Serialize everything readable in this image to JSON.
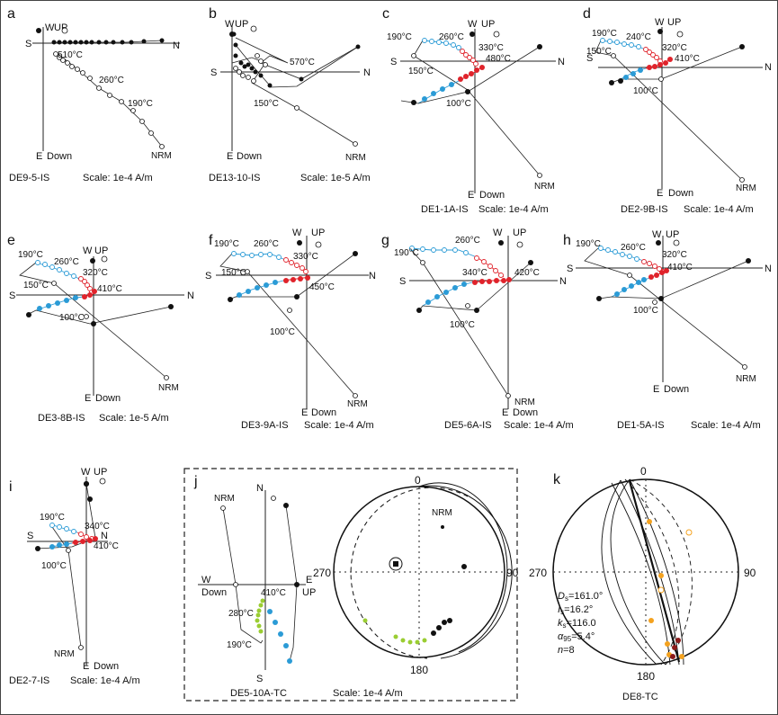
{
  "panels": [
    {
      "id": "a",
      "letter": "a",
      "up": "UP",
      "w": "W",
      "s": "S",
      "n": "N",
      "e": "E",
      "down": "Down",
      "name": "DE9-5-IS",
      "scale": "Scale: 1e-4 A/m",
      "temps": [
        "510°C",
        "260°C",
        "190°C"
      ],
      "nrm": "NRM"
    },
    {
      "id": "b",
      "letter": "b",
      "up": "UP",
      "w": "W",
      "s": "S",
      "n": "N",
      "e": "E",
      "down": "Down",
      "name": "DE13-10-IS",
      "scale": "Scale: 1e-5 A/m",
      "temps": [
        "570°C",
        "150°C"
      ],
      "nrm": "NRM"
    },
    {
      "id": "c",
      "letter": "c",
      "up": "UP",
      "w": "W",
      "s": "S",
      "n": "N",
      "e": "E",
      "down": "Down",
      "name": "DE1-1A-IS",
      "scale": "Scale: 1e-4 A/m",
      "temps": [
        "190°C",
        "260°C",
        "330°C",
        "480°C",
        "150°C",
        "100°C"
      ],
      "nrm": "NRM"
    },
    {
      "id": "d",
      "letter": "d",
      "up": "UP",
      "w": "W",
      "s": "S",
      "n": "N",
      "e": "E",
      "down": "Down",
      "name": "DE2-9B-IS",
      "scale": "Scale: 1e-4 A/m",
      "temps": [
        "190°C",
        "240°C",
        "320°C",
        "150°C",
        "410°C",
        "100°C"
      ],
      "nrm": "NRM"
    },
    {
      "id": "e",
      "letter": "e",
      "up": "UP",
      "w": "W",
      "s": "S",
      "n": "N",
      "e": "E",
      "down": "Down",
      "name": "DE3-8B-IS",
      "scale": "Scale: 1e-5 A/m",
      "temps": [
        "190°C",
        "260°C",
        "320°C",
        "150°C",
        "410°C",
        "100°C"
      ],
      "nrm": "NRM"
    },
    {
      "id": "f",
      "letter": "f",
      "up": "UP",
      "w": "W",
      "s": "S",
      "n": "N",
      "e": "E",
      "down": "Down",
      "name": "DE3-9A-IS",
      "scale": "Scale: 1e-4 A/m",
      "temps": [
        "190°C",
        "260°C",
        "330°C",
        "150°C",
        "450°C",
        "100°C"
      ],
      "nrm": "NRM"
    },
    {
      "id": "g",
      "letter": "g",
      "up": "UP",
      "w": "W",
      "s": "S",
      "n": "N",
      "e": "E",
      "down": "Down",
      "name": "DE5-6A-IS",
      "scale": "Scale: 1e-4 A/m",
      "temps": [
        "260°C",
        "190°C",
        "340°C",
        "420°C",
        "100°C"
      ],
      "nrm": "NRM"
    },
    {
      "id": "h",
      "letter": "h",
      "up": "UP",
      "w": "W",
      "s": "S",
      "n": "N",
      "e": "E",
      "down": "Down",
      "name": "DE1-5A-IS",
      "scale": "Scale: 1e-4 A/m",
      "temps": [
        "190°C",
        "260°C",
        "320°C",
        "410°C",
        "100°C"
      ],
      "nrm": "NRM"
    },
    {
      "id": "i",
      "letter": "i",
      "up": "UP",
      "w": "W",
      "s": "S",
      "n": "N",
      "e": "E",
      "down": "Down",
      "name": "DE2-7-IS",
      "scale": "Scale: 1e-4 A/m",
      "temps": [
        "190°C",
        "340°C",
        "410°C",
        "100°C"
      ],
      "nrm": "NRM"
    }
  ],
  "panel_j": {
    "letter": "j",
    "n": "N",
    "s": "S",
    "w": "W",
    "e": "E",
    "down": "Down",
    "up": "UP",
    "temps": [
      "410°C",
      "280°C",
      "190°C"
    ],
    "nrm": "NRM",
    "name": "DE5-10A-TC",
    "scale": "Scale: 1e-4 A/m",
    "stereo": {
      "top": "0",
      "right": "90",
      "bottom": "180",
      "left": "270",
      "nrm": "NRM"
    }
  },
  "panel_k": {
    "letter": "k",
    "top": "0",
    "right": "90",
    "bottom": "180",
    "left": "270",
    "stats": [
      {
        "sym": "D",
        "sub": "s",
        "val": "=161.0°"
      },
      {
        "sym": "I",
        "sub": "s",
        "val": "=16.2°"
      },
      {
        "sym": "k",
        "sub": "s",
        "val": "=116.0"
      },
      {
        "sym": "α",
        "sub": "95",
        "val": "=5.4°"
      },
      {
        "sym": "n",
        "sub": "",
        "val": "=8"
      }
    ],
    "name": "DE8-TC"
  },
  "colors": {
    "black": "#111111",
    "blue": "#2b9bd6",
    "red": "#e0232b",
    "green": "#9acd32",
    "orange": "#f4a21f",
    "frame": "#444444"
  }
}
